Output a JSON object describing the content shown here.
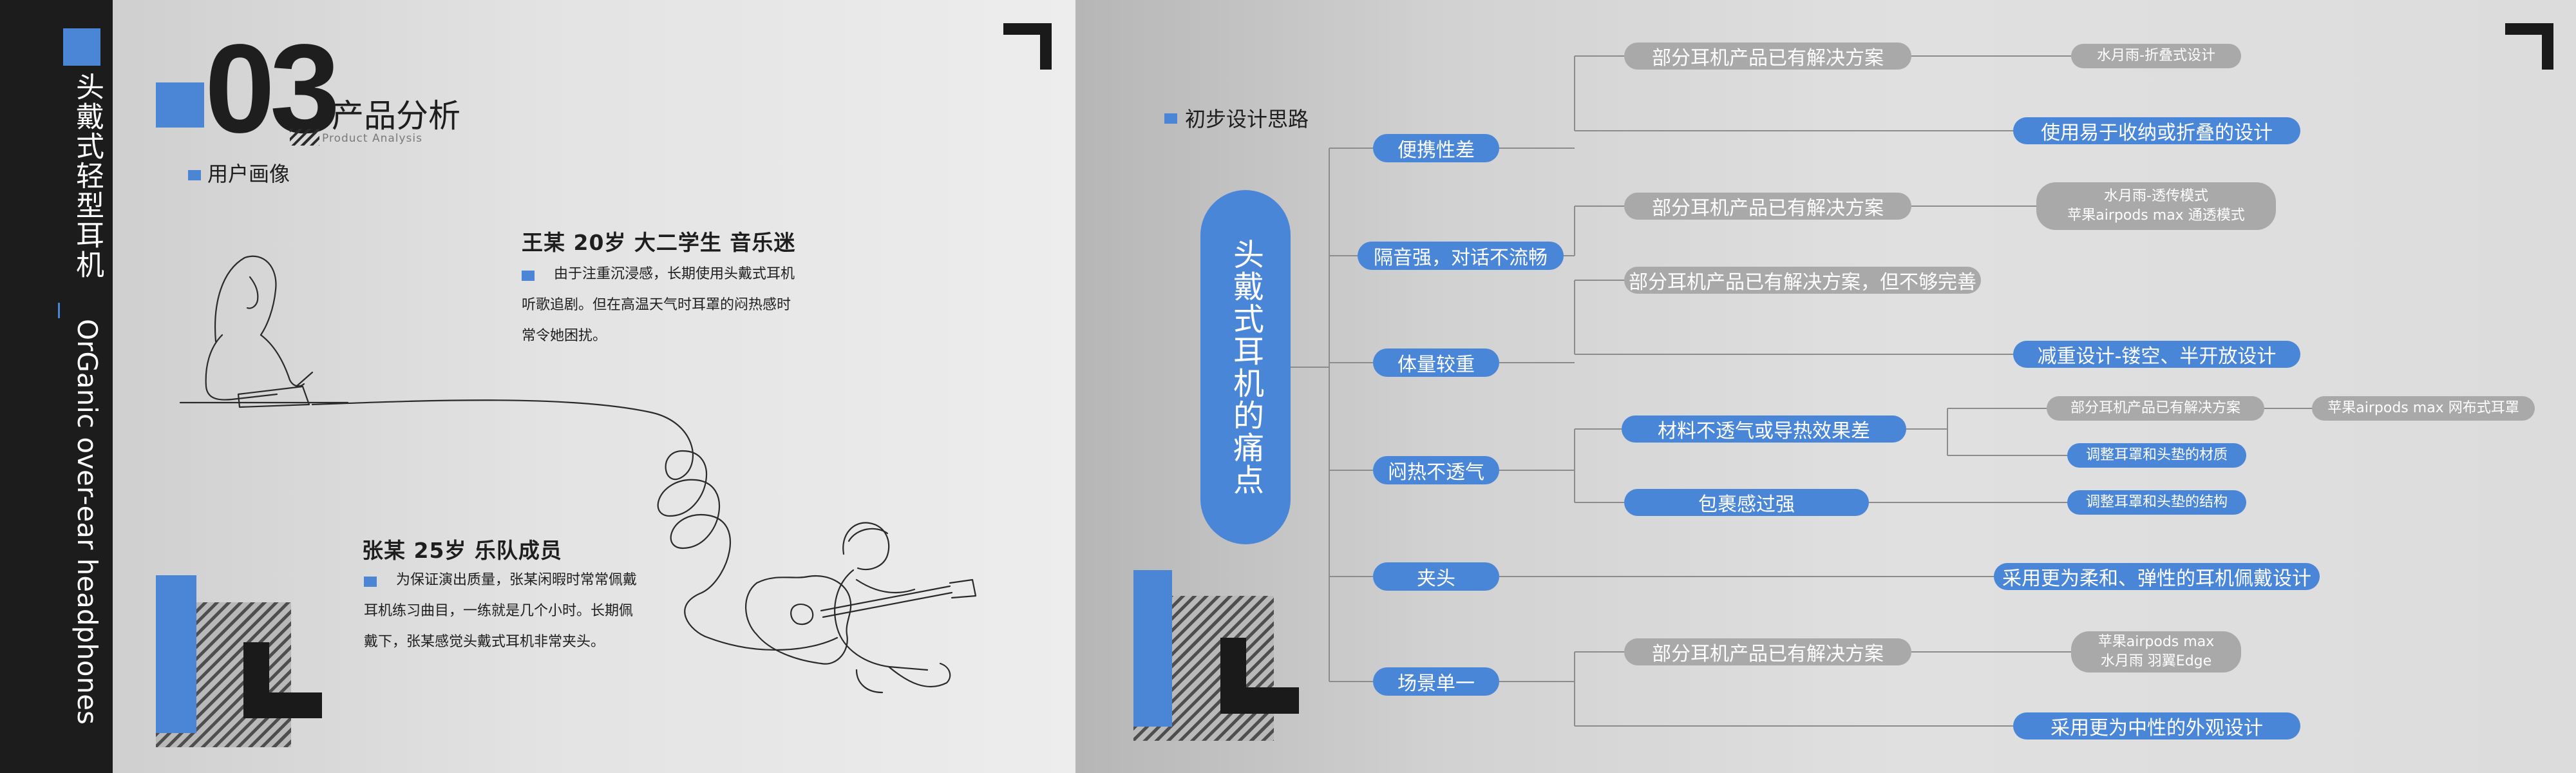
{
  "sidebar": {
    "title": "头戴式轻型耳机",
    "subtitle": "OrGanic over-ear headphones"
  },
  "header": {
    "number": "03",
    "title": "产品分析",
    "subtitle_en": "Product Analysis"
  },
  "personas": {
    "section_label": "用户画像",
    "persona1": {
      "title": "王某  20岁  大二学生  音乐迷",
      "line1": "由于注重沉浸感，长期使用头戴式耳机",
      "line2": "听歌追剧。但在高温天气时耳罩的闷热感时",
      "line3": "常令她困扰。"
    },
    "persona2": {
      "title": "张某  25岁  乐队成员",
      "line1": "为保证演出质量，张某闲暇时常常佩戴",
      "line2": "耳机练习曲目，一练就是几个小时。长期佩",
      "line3": "戴下，张某感觉头戴式耳机非常夹头。"
    }
  },
  "mindmap": {
    "section_label": "初步设计思路",
    "center": "头戴式耳机的痛点",
    "pain_points": {
      "p1": "便携性差",
      "p2": "隔音强，对话不流畅",
      "p3": "体量较重",
      "p4": "闷热不透气",
      "p5": "夹头",
      "p6": "场景单一"
    },
    "level2": {
      "a1": "部分耳机产品已有解决方案",
      "a2": "使用易于收纳或折叠的设计",
      "b1": "部分耳机产品已有解决方案",
      "c1": "部分耳机产品已有解决方案，但不够完善",
      "c2": "减重设计-镂空、半开放设计",
      "d1": "材料不透气或导热效果差",
      "d2": "包裹感过强",
      "e1": "采用更为柔和、弹性的耳机佩戴设计",
      "f1": "部分耳机产品已有解决方案",
      "f2": "采用更为中性的外观设计"
    },
    "level3": {
      "a1x": "水月雨-折叠式设计",
      "b1x_line1": "水月雨-透传模式",
      "b1x_line2": "苹果airpods max 通透模式",
      "d1x": "部分耳机产品已有解决方案",
      "d1y": "调整耳罩和头垫的材质",
      "d2x": "调整耳罩和头垫的结构",
      "f1x_line1": "苹果airpods max",
      "f1x_line2": "水月雨 羽翼Edge"
    },
    "level4": {
      "d1xx": "苹果airpods max 网布式耳罩"
    }
  },
  "colors": {
    "accent_blue": "#4a86d7",
    "node_gray": "#a9a9a9",
    "sidebar_dark": "#1c1c1c",
    "line_gray": "#8c8c8c"
  }
}
